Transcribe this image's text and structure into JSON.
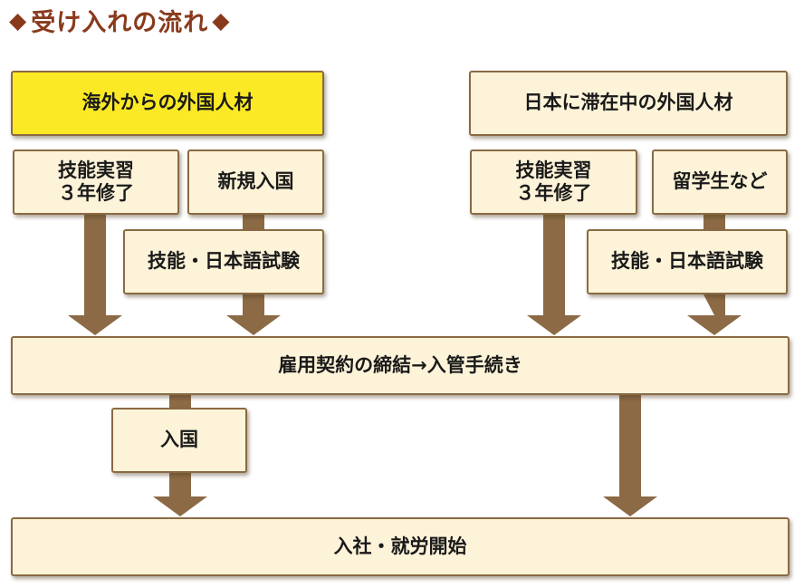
{
  "title": {
    "left_mark": "◆",
    "text": "受け入れの流れ",
    "right_mark": "◆"
  },
  "nodes": {
    "overseas": "海外からの外国人材",
    "domestic": "日本に滞在中の外国人材",
    "left_trainee": "技能実習\n３年修了",
    "new_entry": "新規入国",
    "left_exam": "技能・日本語試験",
    "right_trainee": "技能実習\n３年修了",
    "students": "留学生など",
    "right_exam": "技能・日本語試験",
    "contract": "雇用契約の締結→入管手続き",
    "entry": "入国",
    "start_work": "入社・就労開始"
  },
  "colors": {
    "title": "#8a3a1c",
    "box_fill": "#fdf3d8",
    "box_border": "#8a6a44",
    "highlight_fill": "#fbe925",
    "arrow": "#8b6a45"
  }
}
